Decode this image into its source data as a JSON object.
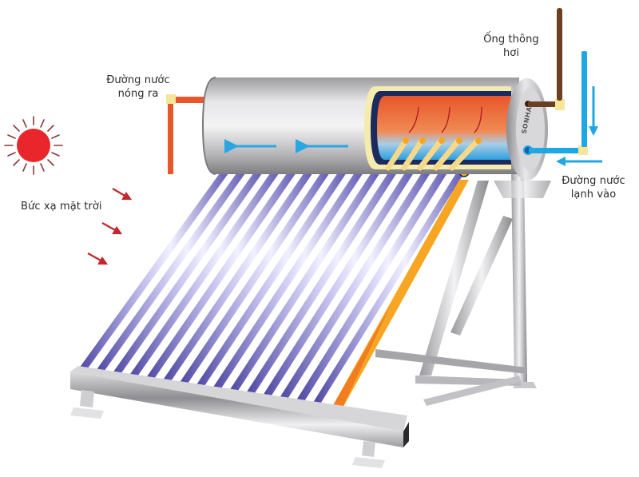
{
  "diagram": {
    "subject": "Solar water heater (vacuum tube) working principle",
    "labels": {
      "hot_water_out": [
        "Đường nước",
        "nóng ra"
      ],
      "vent_pipe": [
        "Ống thông",
        "hơi"
      ],
      "cold_water_in": [
        "Đường nước",
        "lạnh vào"
      ],
      "solar_radiation": "Bức xạ mặt trời"
    },
    "brand_mark": "SONHA",
    "components": {
      "sun": {
        "color": "#e8262b",
        "ray_color": "#8a3a3a"
      },
      "radiation_arrows": {
        "count": 3,
        "color": "#c0282b"
      },
      "hot_pipe": {
        "color": "#e8572a",
        "elbow_color": "#f6e69a"
      },
      "vent_pipe": {
        "color": "#6b3f22"
      },
      "cold_pipe": {
        "color": "#1ea7e3"
      },
      "tank": {
        "color": "#c9c9cb",
        "inner_hot": "#ec7a3d",
        "inner_cold": "#3aa9e0",
        "insulation": "#f3ecae"
      },
      "vacuum_tubes": {
        "count": 16,
        "color": "#7b73c6",
        "highlighted_tube_color": "#f7a623"
      },
      "flow_arrows_in_tank": {
        "count": 2,
        "color": "#2aa7e2",
        "direction": "left"
      }
    }
  }
}
